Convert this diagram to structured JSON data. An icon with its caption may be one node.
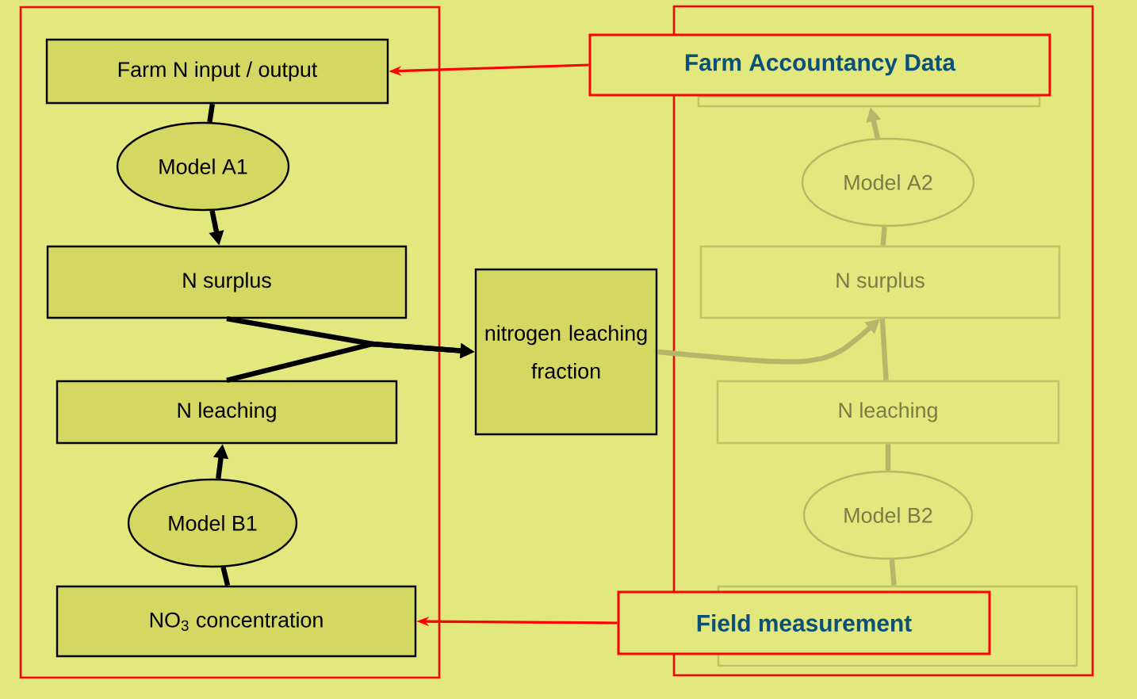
{
  "diagram": {
    "nodes": [
      {
        "text": [],
        "shape": "box"
      },
      {
        "text": [
          "Farm N input / output"
        ],
        "in": 0
      },
      {
        "text": [
          "Model A1"
        ],
        "in": 0
      },
      {
        "text": [
          "N surplus"
        ],
        "in": 0
      },
      {
        "text": [
          "N leaching"
        ],
        "in": 0
      },
      {
        "text": [
          "Model B1"
        ],
        "in": 0
      },
      {
        "text": [
          "NO$_{3}$ concentration"
        ],
        "in": 0
      },
      {
        "text": [
          "nitrogen leaching fraction"
        ]
      },
      {
        "text": [],
        "shape": "box"
      },
      {
        "text": [],
        "shape": "box",
        "in": 8
      },
      {
        "text": [
          "Model A2"
        ],
        "in": 8
      },
      {
        "text": [
          "N surplus"
        ],
        "in": 8
      },
      {
        "text": [
          "N leaching"
        ],
        "in": 8
      },
      {
        "text": [
          "Model B2"
        ],
        "in": 8
      },
      {
        "text": [],
        "shape": "box",
        "in": 8
      },
      {
        "text": [
          "Farm Accountancy Data"
        ]
      },
      {
        "text": [
          "Field measurement"
        ]
      }
    ],
    "edges": [
      {
        "from": 1,
        "to": 2,
        "arrow": "none"
      },
      {
        "from": 2,
        "to": 3,
        "arrow": "to"
      },
      {
        "from": 3,
        "to": 7,
        "arrow": "to"
      },
      {
        "from": 4,
        "to": 7,
        "arrow": "to"
      },
      {
        "from": 5,
        "to": 4,
        "arrow": "to"
      },
      {
        "from": 6,
        "to": 5,
        "arrow": "none"
      },
      {
        "from": 15,
        "to": 1,
        "arrow": "to",
        "color": "#ff0000"
      },
      {
        "from": 16,
        "to": 6,
        "arrow": "to",
        "color": "#ff0000"
      },
      {
        "from": 7,
        "to": 11,
        "arrow": "to",
        "color": "#b3b76a"
      },
      {
        "from": 10,
        "to": 9,
        "arrow": "to",
        "color": "#b3b76a"
      },
      {
        "from": 11,
        "to": 10,
        "arrow": "none",
        "color": "#b3b76a"
      },
      {
        "from": 12,
        "to": 11,
        "arrow": "none",
        "color": "#b3b76a"
      },
      {
        "from": 13,
        "to": 12,
        "arrow": "none",
        "color": "#b3b76a"
      },
      {
        "from": 14,
        "to": 13,
        "arrow": "none",
        "color": "#b3b76a"
      }
    ]
  }
}
